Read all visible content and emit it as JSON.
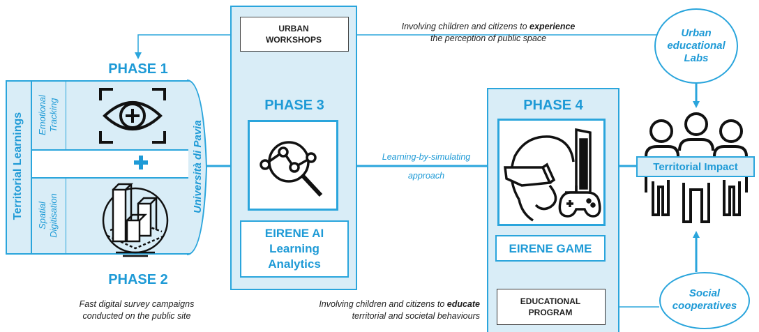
{
  "colors": {
    "accent": "#2aa5dc",
    "panel": "#d9edf7",
    "text_dark": "#1e1e1e"
  },
  "phase1": {
    "title": "PHASE 1"
  },
  "phase2": {
    "title": "PHASE 2",
    "caption_line1": "Fast digital survey campaigns",
    "caption_line2": "conducted on the public site"
  },
  "phase3": {
    "title": "PHASE 3",
    "box_line1": "EIRENE AI",
    "box_line2": "Learning",
    "box_line3": "Analytics"
  },
  "phase4": {
    "title": "PHASE 4",
    "game_label": "EIRENE GAME"
  },
  "territorial": {
    "learnings_label": "Territorial Learnings",
    "emotional_line1": "Emotional",
    "emotional_line2": "Tracking",
    "spatial_line1": "Spatial",
    "spatial_line2": "Digitisation",
    "university": "Università di Pavia"
  },
  "workshops": {
    "line1": "URBAN",
    "line2": "WORKSHOPS"
  },
  "experience_caption": {
    "pre": "Involving children and citizens to ",
    "bold": "experience",
    "line2": "the perception of public space"
  },
  "simulating": {
    "line1": "Learning-by-simulating",
    "line2": "approach"
  },
  "educate_caption": {
    "pre": "Involving children and citizens to ",
    "bold": "educate",
    "line2": "territorial and societal behaviours"
  },
  "educational_program": {
    "line1": "EDUCATIONAL",
    "line2": "PROGRAM"
  },
  "urban_labs": {
    "line1": "Urban",
    "line2": "educational",
    "line3": "Labs"
  },
  "territorial_impact": "Territorial Impact",
  "social_coops": {
    "line1": "Social",
    "line2": "cooperatives"
  },
  "icons": [
    "eye-target-icon",
    "city-blocks-icon",
    "analytics-magnifier-icon",
    "vr-gamer-icon",
    "people-group-icon"
  ]
}
